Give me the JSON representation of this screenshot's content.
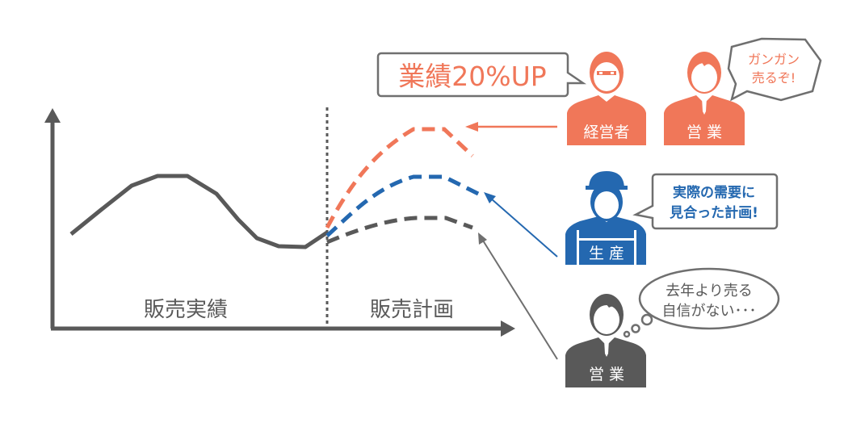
{
  "colors": {
    "orange": "#F07759",
    "blue": "#2468B0",
    "gray": "#595959",
    "bubble_border": "#6f6f6f"
  },
  "chart": {
    "actual_label": "販売実績",
    "plan_label": "販売計画"
  },
  "manager": {
    "label": "経営者",
    "speech": "業績20%UP"
  },
  "sales_optimistic": {
    "label": "営 業",
    "speech_line1": "ガンガン",
    "speech_line2": "売るぞ!"
  },
  "production": {
    "label": "生 産",
    "speech_line1": "実際の需要に",
    "speech_line2": "見合った計画!"
  },
  "sales_pessimistic": {
    "label": "営 業",
    "thought_line1": "去年より売る",
    "thought_line2": "自信がない･･･"
  }
}
